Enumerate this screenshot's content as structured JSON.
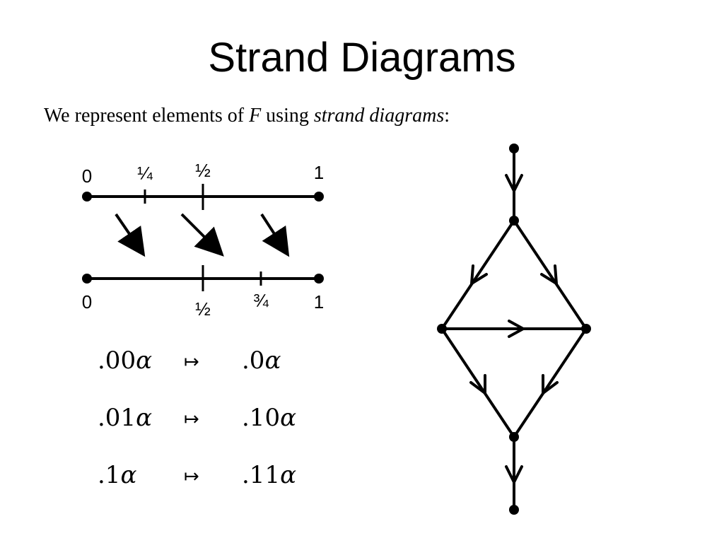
{
  "slide": {
    "title": "Strand Diagrams",
    "intro": {
      "text_before": "We represent elements of ",
      "group_symbol": "F",
      "text_middle": " using ",
      "term": "strand diagrams",
      "text_after": ":"
    }
  },
  "intervals": {
    "top": {
      "left_label": "0",
      "right_label": "1",
      "ticks": [
        {
          "value": 0.25,
          "label": "¼"
        },
        {
          "value": 0.5,
          "label": "½"
        }
      ]
    },
    "bottom": {
      "left_label": "0",
      "right_label": "1",
      "ticks": [
        {
          "value": 0.5,
          "label": "½"
        },
        {
          "value": 0.75,
          "label": "¾"
        }
      ]
    }
  },
  "mappings": [
    {
      "from_prefix": ".00",
      "to_prefix": ".0",
      "symbol": "α",
      "maps_to": "↦"
    },
    {
      "from_prefix": ".01",
      "to_prefix": ".10",
      "symbol": "α",
      "maps_to": "↦"
    },
    {
      "from_prefix": ".1",
      "to_prefix": ".11",
      "symbol": "α",
      "maps_to": "↦"
    }
  ]
}
